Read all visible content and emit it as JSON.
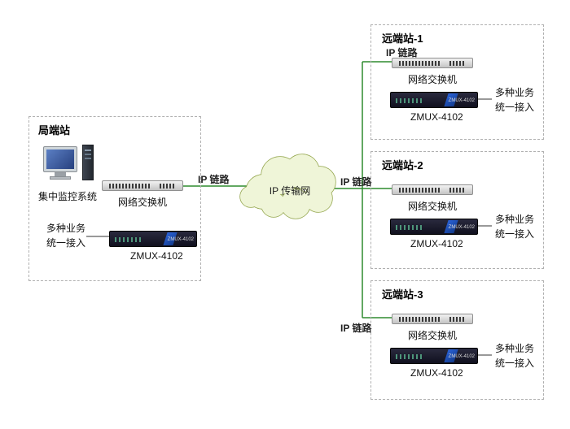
{
  "colors": {
    "line": "#2e8b2e",
    "connector": "#333333",
    "cloud_fill": "#eff5d8",
    "cloud_stroke": "#94a64e"
  },
  "cloud": {
    "label": "IP 传输网"
  },
  "links": {
    "left": "IP 链路",
    "r1": "IP 链路",
    "r2": "IP 链路",
    "r3": "IP 链路"
  },
  "central_station": {
    "title": "局端站",
    "monitor_label": "集中监控系统",
    "switch_label": "网络交换机",
    "device_label": "ZMUX-4102",
    "device_face": "ZMUX-4102",
    "access_line1": "多种业务",
    "access_line2": "统一接入"
  },
  "remote_stations": [
    {
      "title": "远端站-1",
      "switch_label": "网络交换机",
      "device_label": "ZMUX-4102",
      "device_face": "ZMUX-4102",
      "access_line1": "多种业务",
      "access_line2": "统一接入"
    },
    {
      "title": "远端站-2",
      "switch_label": "网络交换机",
      "device_label": "ZMUX-4102",
      "device_face": "ZMUX-4102",
      "access_line1": "多种业务",
      "access_line2": "统一接入"
    },
    {
      "title": "远端站-3",
      "switch_label": "网络交换机",
      "device_label": "ZMUX-4102",
      "device_face": "ZMUX-4102",
      "access_line1": "多种业务",
      "access_line2": "统一接入"
    }
  ]
}
